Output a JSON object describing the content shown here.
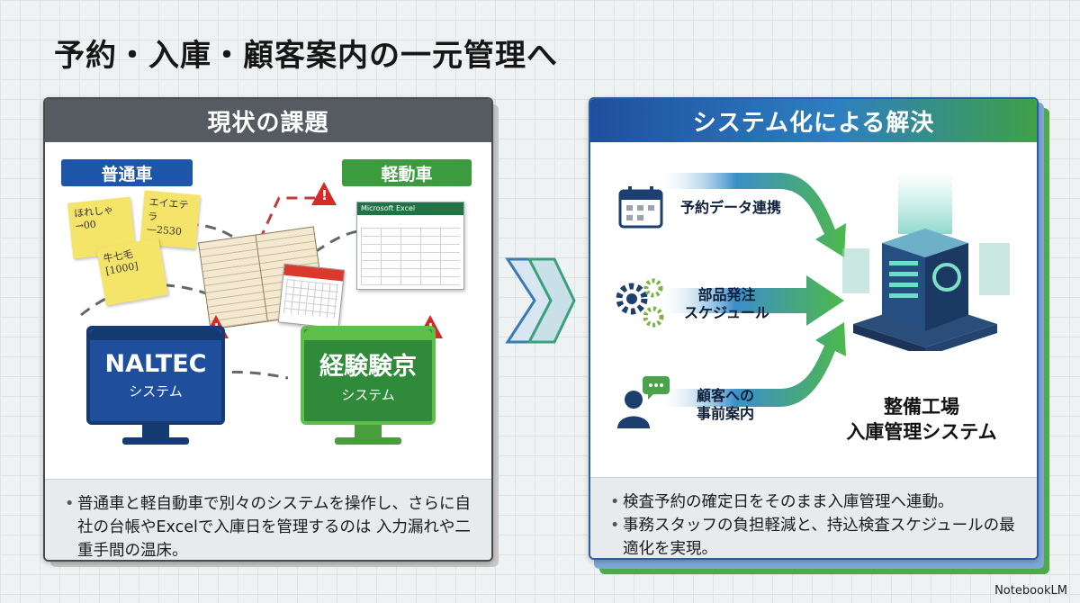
{
  "title": "予約・入庫・顧客案内の一元管理へ",
  "left_panel": {
    "header": "現状の課題",
    "tag_regular": "普通車",
    "tag_kei": "軽動車",
    "monitor_blue": {
      "name": "NALTEC",
      "sub": "システム"
    },
    "monitor_green": {
      "name": "経験験京",
      "sub": "システム"
    },
    "excel_title": "Microsoft Excel",
    "bullets": [
      "普通車と軽自動車で別々のシステムを操作し、さらに自社の台帳やExcelで入庫日を管理するのは 入力漏れや二重手間の温床。"
    ]
  },
  "right_panel": {
    "header": "システム化による解決",
    "rows": [
      {
        "label": "予約データ連携",
        "icon": "calendar-icon"
      },
      {
        "label": "部品発注\nスケジュール",
        "icon": "gears-icon"
      },
      {
        "label": "顧客への\n事前案内",
        "icon": "person-chat-icon"
      }
    ],
    "server_label_line1": "整備工場",
    "server_label_line2": "入庫管理システム",
    "bullets": [
      "検査予約の確定日をそのまま入庫管理へ連動。",
      "事務スタッフの負担軽減と、持込検査スケジュールの最適化を実現。"
    ]
  },
  "brand": "NotebookLM",
  "colors": {
    "blue": "#1d55a8",
    "green": "#3b9b3e",
    "gray_header": "#555b60",
    "warning": "#d62a2a"
  }
}
